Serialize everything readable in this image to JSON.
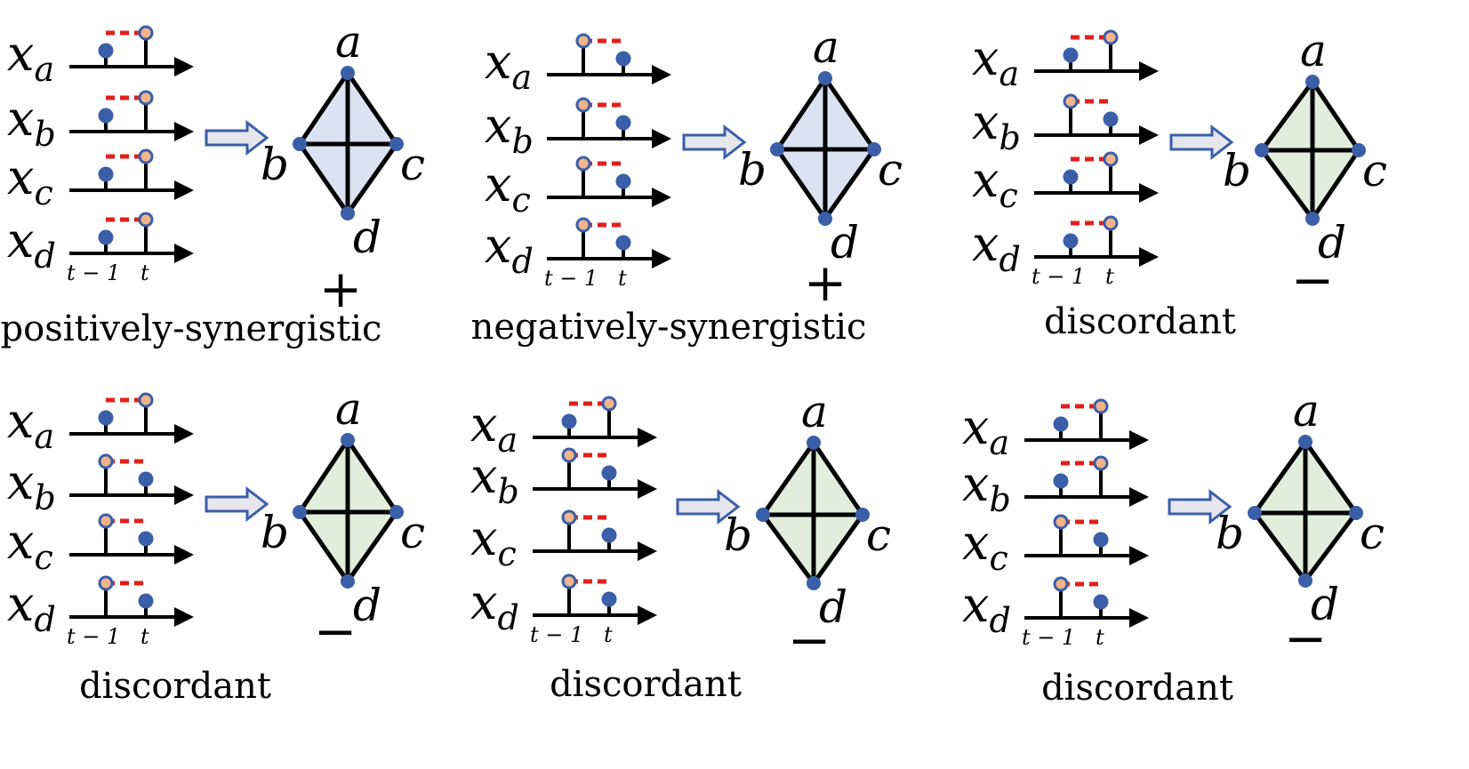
{
  "colors": {
    "timeline": "#000000",
    "dashed_link": "#e0201b",
    "node_blue": "#3a5fa8",
    "node_orange": "#f2b48a",
    "node_outline": "#3a5fa8",
    "arrow_fill": "#e6e6ec",
    "arrow_stroke": "#3a5fa8",
    "positive_fill": "#dbe3f3",
    "negative_fill": "#e2eedb",
    "edge": "#000000"
  },
  "variables": [
    {
      "base": "x",
      "sub": "a"
    },
    {
      "base": "x",
      "sub": "b"
    },
    {
      "base": "x",
      "sub": "c"
    },
    {
      "base": "x",
      "sub": "d"
    }
  ],
  "time_labels": {
    "prev": "t − 1",
    "curr": "t"
  },
  "vertex_names": {
    "top": "a",
    "left": "b",
    "right": "c",
    "bottom": "d"
  },
  "panels": [
    {
      "id": "p1",
      "pattern": [
        "up",
        "up",
        "up",
        "up"
      ],
      "fill": "positive",
      "sign": "+",
      "caption": "positively-synergistic"
    },
    {
      "id": "p2",
      "pattern": [
        "down",
        "down",
        "down",
        "down"
      ],
      "fill": "positive",
      "sign": "+",
      "caption": "negatively-synergistic"
    },
    {
      "id": "p3",
      "pattern": [
        "up",
        "down",
        "up",
        "up"
      ],
      "fill": "negative",
      "sign": "−",
      "caption": "discordant"
    },
    {
      "id": "p4",
      "pattern": [
        "up",
        "down",
        "down",
        "down"
      ],
      "fill": "negative",
      "sign": "−",
      "caption": "discordant"
    },
    {
      "id": "p5",
      "pattern": [
        "up",
        "down",
        "down",
        "down"
      ],
      "fill": "negative",
      "sign": "−",
      "caption": "discordant"
    },
    {
      "id": "p6",
      "pattern": [
        "up",
        "up",
        "down",
        "down"
      ],
      "fill": "negative",
      "sign": "−",
      "caption": "discordant"
    }
  ]
}
